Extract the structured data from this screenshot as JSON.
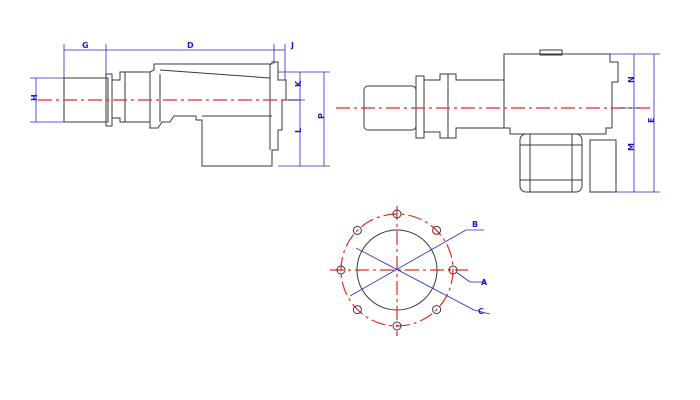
{
  "colors": {
    "outline": "#3a3a3a",
    "dimension": "#2a2acc",
    "centerline": "#e8291c",
    "label": "#1a1acc"
  },
  "side_view": {
    "labels": {
      "g": "G",
      "d": "D",
      "j": "J",
      "h": "H",
      "k": "K",
      "l": "L",
      "p": "P"
    }
  },
  "front_view": {
    "labels": {
      "n": "N",
      "m": "M",
      "e": "E"
    }
  },
  "flange_view": {
    "labels": {
      "b": "B",
      "a": "A",
      "c": "C"
    },
    "bolt_count": 8
  }
}
